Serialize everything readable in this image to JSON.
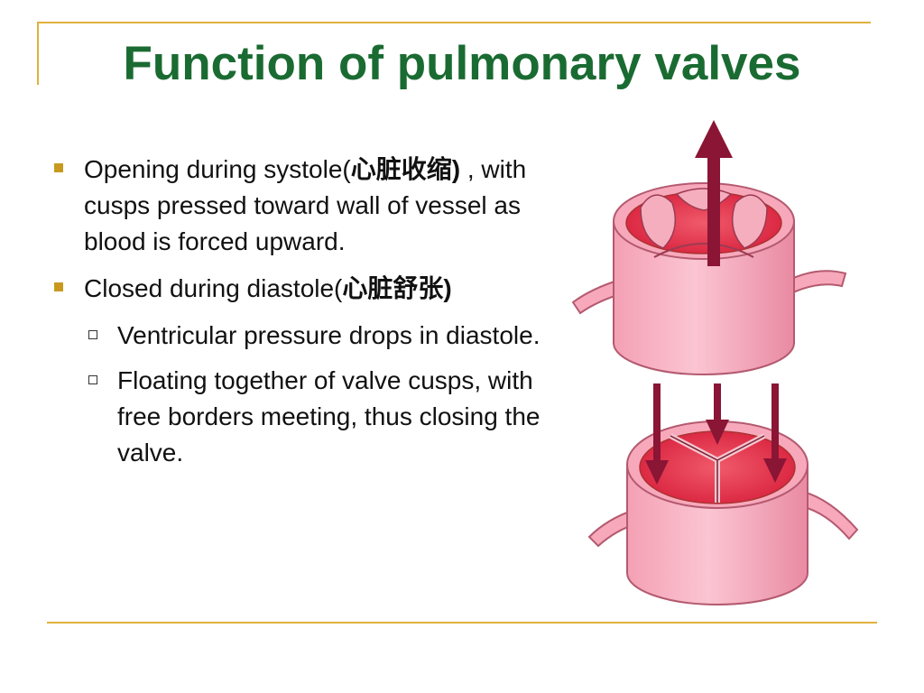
{
  "slide": {
    "title": "Function of pulmonary valves",
    "bullets": [
      {
        "text": "Opening during systole(",
        "cn": "心脏收缩",
        "close": ")",
        "trail": " , with cusps pressed toward wall of vessel as blood is forced upward."
      },
      {
        "text": "Closed during diastole(",
        "cn": "心脏舒张",
        "close": ")",
        "subs": [
          "Ventricular pressure drops in diastole.",
          "Floating together of valve cusps, with free borders meeting, thus closing the valve."
        ]
      }
    ]
  },
  "colors": {
    "title": "#1a6b32",
    "rule": "#e0b13c",
    "bullet": "#c79a1f",
    "arrow": "#8a1535",
    "vessel": "#f59ab0",
    "inner": "#e8384f"
  }
}
